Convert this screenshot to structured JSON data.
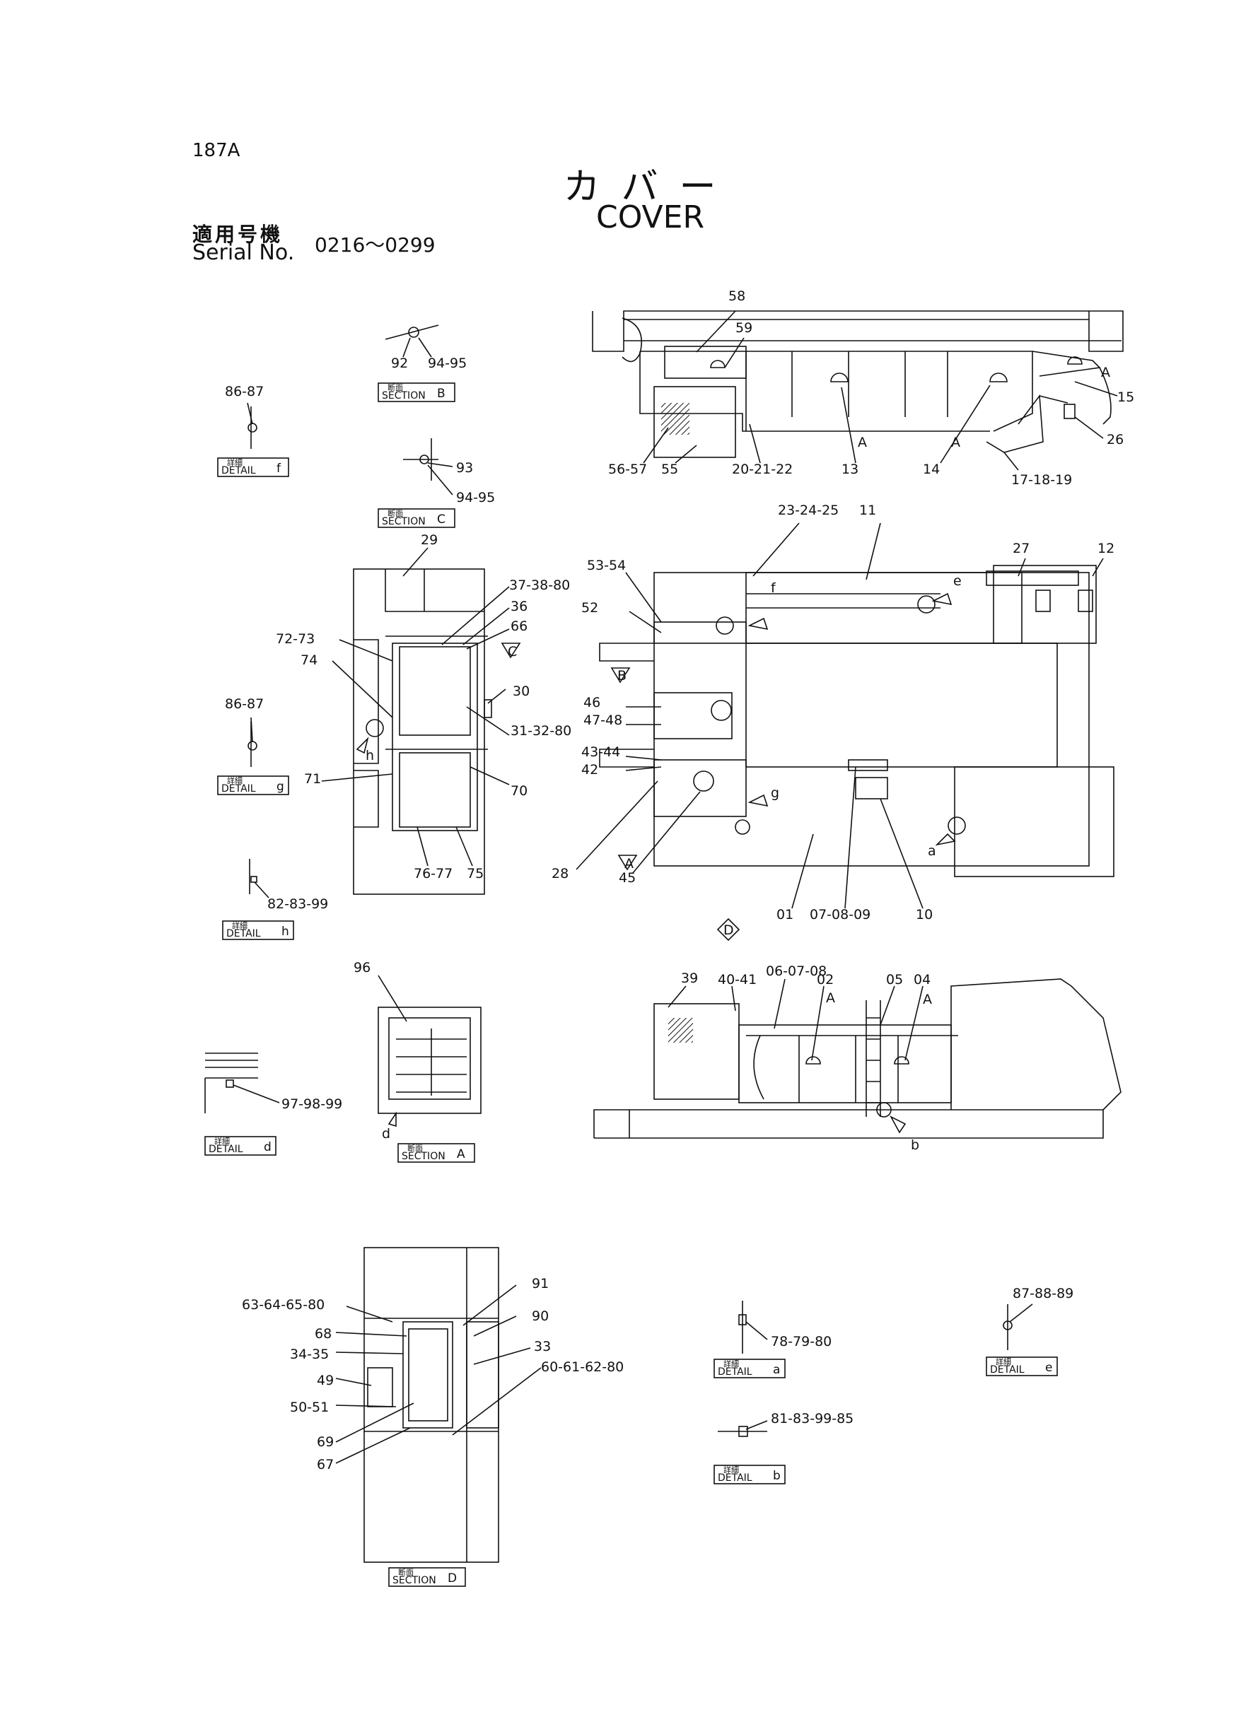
{
  "header": {
    "page_number": "187A",
    "title_jp": "カバー",
    "title_en": "COVER",
    "serial_label_jp": "適用号機",
    "serial_label_en": "Serial No.",
    "serial_range": "0216～0299"
  },
  "callouts": {
    "side": [
      "58",
      "59",
      "56-57",
      "55",
      "20-21-22",
      "13",
      "A",
      "14",
      "A",
      "17-18-19",
      "26",
      "15",
      "A"
    ],
    "top": [
      "23-24-25",
      "11",
      "27",
      "12",
      "53-54",
      "52",
      "46",
      "47-48",
      "43-44",
      "42",
      "28",
      "45",
      "01",
      "07-08-09",
      "10"
    ],
    "front": [
      "39",
      "40-41",
      "06-07-08",
      "02",
      "A",
      "05",
      "04",
      "A"
    ],
    "sec_b": [
      "92",
      "94-95"
    ],
    "sec_c": [
      "93",
      "94-95"
    ],
    "det_f": [
      "86-87"
    ],
    "sec_main": [
      "29",
      "37-38-80",
      "36",
      "66",
      "72-73",
      "74",
      "30",
      "31-32-80",
      "71",
      "70",
      "76-77",
      "75"
    ],
    "det_g": [
      "86-87"
    ],
    "det_h": [
      "82-83-99"
    ],
    "sec_a": [
      "96"
    ],
    "det_d": [
      "97-98-99"
    ],
    "sec_d": [
      "63-64-65-80",
      "68",
      "34-35",
      "49",
      "50-51",
      "69",
      "67",
      "91",
      "90",
      "33",
      "60-61-62-80"
    ],
    "det_a": [
      "78-79-80"
    ],
    "det_b": [
      "81-83-99-85"
    ],
    "det_e": [
      "87-88-89"
    ]
  },
  "view_markers": {
    "b": "B",
    "c": "C",
    "a": "A",
    "d": "D",
    "f": "f",
    "e": "e",
    "g": "g",
    "h": "h",
    "dd": "d",
    "bb": "b",
    "aa": "a"
  },
  "tags": {
    "section_jp": "断面",
    "detail_jp": "詳細",
    "section": "SECTION",
    "detail": "DETAIL",
    "sec_b": "B",
    "sec_c": "C",
    "sec_a": "A",
    "sec_d": "D",
    "det_f": "f",
    "det_g": "g",
    "det_h": "h",
    "det_d": "d",
    "det_a": "a",
    "det_b": "b",
    "det_e": "e"
  }
}
